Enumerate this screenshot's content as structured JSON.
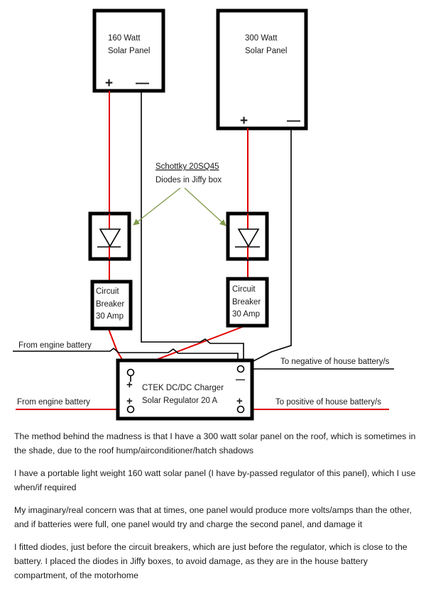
{
  "panels": [
    {
      "name": "160 Watt",
      "line2": "Solar Panel",
      "plus": "+",
      "minus": "—"
    },
    {
      "name": "300 Watt",
      "line2": "Solar Panel",
      "plus": "+",
      "minus": "—"
    }
  ],
  "diode_annotation": {
    "line1": "Schottky 20SQ45",
    "line2": "Diodes in Jiffy box"
  },
  "breakers": [
    {
      "line1": "Circuit",
      "line2": "Breaker",
      "line3": "30 Amp"
    },
    {
      "line1": "Circuit",
      "line2": "Breaker",
      "line3": "30 Amp"
    }
  ],
  "regulator": {
    "line1": "CTEK DC/DC Charger",
    "line2": "Solar Regulator 20 A",
    "top_left_sign": "+",
    "bottom_left_sign": "+",
    "top_right_sign": "—",
    "bottom_right_sign": "+"
  },
  "wire_labels": {
    "engine_negative": "From engine battery",
    "engine_positive": "From engine battery",
    "house_negative": "To negative of house battery/s",
    "house_positive": "To positive of house battery/s"
  },
  "colors": {
    "positive_wire": "#e00000",
    "negative_wire": "#000000",
    "annotation_arrow": "#7f9a4a"
  },
  "notes": {
    "p1": "The method behind the madness is that I have a 300 watt solar panel on the roof, which is sometimes in the shade, due to the roof hump/airconditioner/hatch shadows",
    "p2": "I have a portable light weight 160 watt solar panel (I have by-passed regulator of this panel), which I use when/if required",
    "p3": "My imaginary/real concern was that at  times,  one panel would produce more volts/amps than the other, and if batteries were full, one panel would try and charge the second panel, and damage it",
    "p4": "I fitted diodes, just before the circuit breakers, which are just before the regulator, which is close to the battery. I placed the diodes in Jiffy boxes, to avoid damage, as they are in the house battery compartment, of the motorhome"
  }
}
